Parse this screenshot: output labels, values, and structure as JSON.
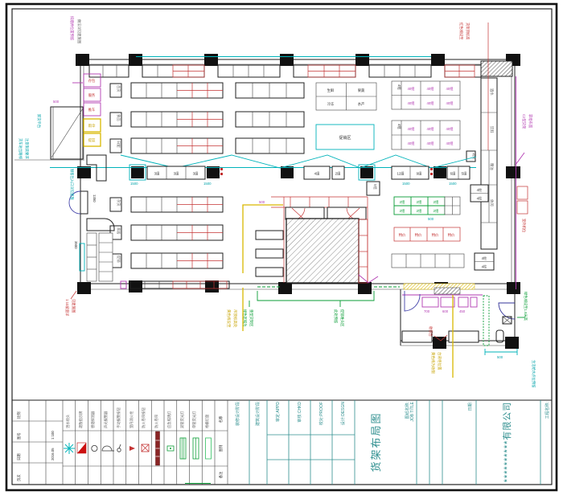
{
  "title_block": {
    "project_label": "工程名称:",
    "company": "**********有限公司",
    "drawing_name_label": "图纸名称:",
    "drawing_name_label_en": "JOB TITLE",
    "drawing_title": "货架布局图",
    "date_label": "日期:",
    "stage1": "装修设计阶段",
    "stage2": "建筑设计阶段",
    "fields": [
      "审定:APPD",
      "审核:CHKD",
      "校对:PROOF",
      "设计:DESGN"
    ],
    "mini": {
      "r1": "比例",
      "r2": "图号",
      "r3": "日期",
      "r4": "页次",
      "v2": "1:100",
      "v3": "2016.05"
    }
  },
  "legend": {
    "header": [
      "名称",
      "图例",
      "备注"
    ],
    "names": [
      "洒水喷头",
      "疏散指示牌",
      "感烟探测器",
      "声光报警器",
      "手动报警按钮",
      "室内消火栓",
      "防火卷帘按钮",
      "防火卷帘",
      "应急照明灯",
      "双管荧光灯",
      "单管荧光灯",
      "格栅灯盘"
    ]
  },
  "annotations": {
    "tl_magenta": "排烟井位置预留",
    "tl_gray": "做法详见建施图",
    "left_cyan1": "卸货平台",
    "left_cyan2a": "货车进出路线",
    "left_cyan2b": "注意限高要求",
    "door_cyan": "顾客出入口详见建施",
    "door_dim": "1350",
    "dim3500": "3500",
    "red_top_a": "红色线设至",
    "red_top_b": "货架顶标高",
    "mg_right_a": "C2型货架",
    "mg_right_b": "靠墙布置",
    "red_right": "室外机位",
    "green_right": "绿色线设至1.8米高",
    "cyan_right": "生活给水点位预留",
    "green_b1a": "绿色区域为",
    "green_b1b": "重型货架区",
    "green_b2a": "此处预留",
    "green_b2b": "促销堆头区",
    "yellow_la": "黄色线设至",
    "yellow_lb": "吊顶标高处",
    "yellow_ra": "黄色线为收银",
    "yellow_rb": "台背柜位置",
    "red_bla": "1:10坡道详",
    "red_blb": "见建施图",
    "red_room": "收银台",
    "annex_dim": "500",
    "yellow_dim": "500",
    "d1500": "1500",
    "d500": "500",
    "d700": "700"
  },
  "plan": {
    "aisle": {
      "g1": [
        "3组",
        "3组",
        "3组"
      ],
      "g2": [
        "4组",
        "2组"
      ],
      "g3": [
        "12组",
        "9组"
      ],
      "g4": [
        "6组",
        "5组"
      ],
      "box5": "5组"
    },
    "row_tags": [
      "百货",
      "食品",
      "日配",
      "杂货",
      "家居",
      "促销"
    ],
    "stack_mg": [
      "存包",
      "服务",
      "推车"
    ],
    "stack_yl": [
      "雨伞",
      "提篮"
    ],
    "tall_labels": [
      "酒水",
      "饮料",
      "粮油",
      "休闲"
    ],
    "small_box": "端架",
    "tableA": [
      "生鲜",
      "果蔬",
      "冷冻",
      "水产"
    ],
    "promo": "促销区",
    "b1": [
      "40组",
      "40组",
      "40组",
      "40组",
      "40组",
      "40组"
    ],
    "b2": [
      "40组",
      "40组",
      "40组",
      "40组",
      "40组",
      "40组"
    ],
    "tailA": "4组",
    "tailB": "4组",
    "green_cells": [
      "2组",
      "2组",
      "2组",
      "2组",
      "2组",
      "2组"
    ],
    "red_cells": [
      "特价",
      "特价",
      "特价",
      "特价"
    ],
    "pair_box1": [
      "4柱",
      "4柱"
    ],
    "pair_box2": [
      "4柱",
      "4柱"
    ],
    "room_dims": [
      "700",
      "600",
      "450"
    ]
  }
}
